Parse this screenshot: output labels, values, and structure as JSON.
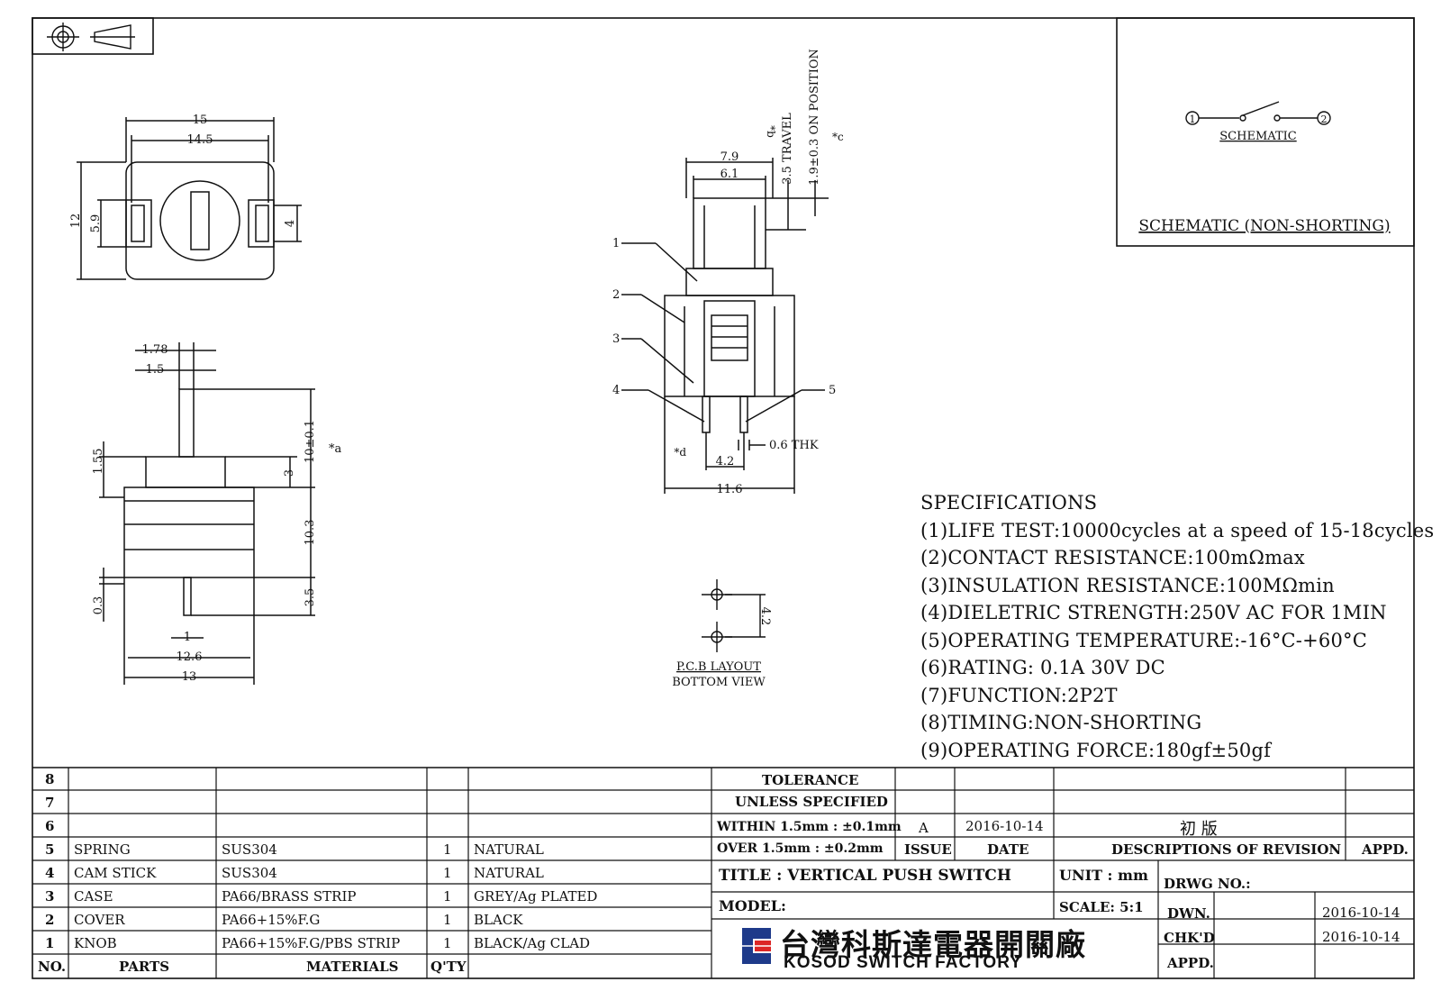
{
  "schematic_box": {
    "small_label": "SCHEMATIC",
    "title": "SCHEMATIC (NON-SHORTING)",
    "terminal_1": "1",
    "terminal_2": "2"
  },
  "dims": {
    "top_view": {
      "d15": "15",
      "d14_5": "14.5",
      "d12": "12",
      "d5_9": "5.9",
      "d4": "4"
    },
    "side_view": {
      "d1_78": "1.78",
      "d1_5": "1.5",
      "d10": "10±0.1",
      "note_a": "*a",
      "d1_55": "1.55",
      "d3": "3",
      "d10_3": "10.3",
      "d0_3": "0.3",
      "d3_5": "3.5",
      "d1": "1",
      "d12_6": "12.6",
      "d13": "13"
    },
    "front_view": {
      "d7_9": "7.9",
      "d6_1": "6.1",
      "note_b": "*b",
      "travel": "3.5 TRAVEL",
      "on_pos": "1.9±0.3 ON POSITION",
      "note_c": "*c",
      "note_d": "*d",
      "d4_2": "4.2",
      "d11_6": "11.6",
      "thk": "0.6 THK",
      "p1": "1",
      "p2": "2",
      "p3": "3",
      "p4": "4",
      "p5": "5"
    },
    "pcb": {
      "d4_2": "4.2",
      "label1": "P.C.B LAYOUT",
      "label2": "BOTTOM VIEW"
    }
  },
  "specifications": {
    "heading": "SPECIFICATIONS",
    "items": [
      "(1)LIFE TEST:10000cycles at a speed of 15-18cycles",
      "(2)CONTACT RESISTANCE:100mΩmax",
      "(3)INSULATION RESISTANCE:100MΩmin",
      "(4)DIELETRIC STRENGTH:250V AC FOR 1MIN",
      "(5)OPERATING TEMPERATURE:-16°C-+60°C",
      "(6)RATING: 0.1A 30V DC",
      "(7)FUNCTION:2P2T",
      "(8)TIMING:NON-SHORTING",
      "(9)OPERATING FORCE:180gf±50gf"
    ]
  },
  "bom": {
    "rows": [
      {
        "no": "8",
        "part": "",
        "material": "",
        "qty": "",
        "finish": ""
      },
      {
        "no": "7",
        "part": "",
        "material": "",
        "qty": "",
        "finish": ""
      },
      {
        "no": "6",
        "part": "",
        "material": "",
        "qty": "",
        "finish": ""
      },
      {
        "no": "5",
        "part": "SPRING",
        "material": "SUS304",
        "qty": "1",
        "finish": "NATURAL"
      },
      {
        "no": "4",
        "part": "CAM STICK",
        "material": "SUS304",
        "qty": "1",
        "finish": "NATURAL"
      },
      {
        "no": "3",
        "part": "CASE",
        "material": "PA66/BRASS STRIP",
        "qty": "1",
        "finish": "GREY/Ag PLATED"
      },
      {
        "no": "2",
        "part": "COVER",
        "material": "PA66+15%F.G",
        "qty": "1",
        "finish": "BLACK"
      },
      {
        "no": "1",
        "part": "KNOB",
        "material": "PA66+15%F.G/PBS STRIP",
        "qty": "1",
        "finish": "BLACK/Ag CLAD"
      }
    ],
    "header": {
      "no": "NO.",
      "part": "PARTS",
      "material": "MATERIALS",
      "qty": "Q'TY"
    }
  },
  "title_block": {
    "tolerance1": "TOLERANCE",
    "tolerance2": "UNLESS  SPECIFIED",
    "within": "WITHIN 1.5mm : ±0.1mm",
    "over": "OVER 1.5mm : ±0.2mm",
    "issue_val": "A",
    "date_val": "2016-10-14",
    "desc_val": "初  版",
    "issue_h": "ISSUE",
    "date_h": "DATE",
    "desc_h": "DESCRIPTIONS OF REVISION",
    "appd_h": "APPD.",
    "title": "TITLE :  VERTICAL PUSH SWITCH",
    "unit": "UNIT :  mm",
    "drwg": "DRWG NO.:",
    "model": "MODEL:",
    "scale": "SCALE:  5:1",
    "dwn": "DWN.",
    "dwn_date": "2016-10-14",
    "chkd": "CHK'D",
    "chkd_date": "2016-10-14",
    "appd": "APPD.",
    "company_cn": "台灣科斯達電器開關廠",
    "company_en": "KOSOD SWITCH FACTORY"
  }
}
